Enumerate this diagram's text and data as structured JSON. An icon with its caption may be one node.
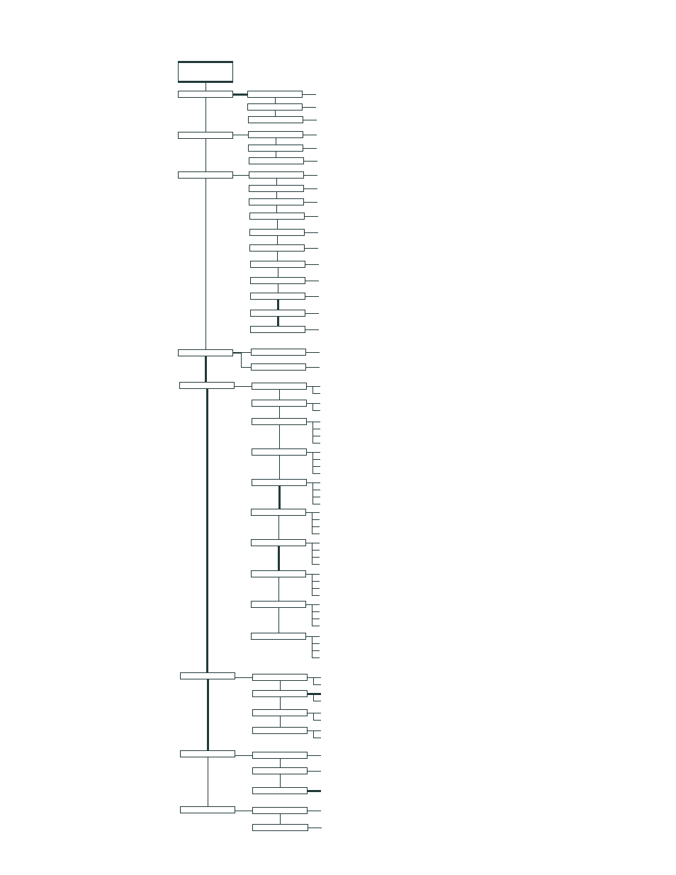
{
  "diagram": {
    "nodes": [
      {
        "text": [],
        "shape": "box"
      },
      {
        "text": [],
        "shape": "box"
      },
      {
        "text": [],
        "shape": "box"
      },
      {
        "text": [],
        "shape": "box"
      },
      {
        "text": [],
        "shape": "box"
      },
      {
        "text": [],
        "shape": "box"
      },
      {
        "text": [],
        "shape": "box"
      },
      {
        "text": [],
        "shape": "box"
      },
      {
        "text": [],
        "shape": "box"
      },
      {
        "text": [],
        "shape": "box"
      },
      {
        "text": [],
        "shape": "box"
      },
      {
        "text": [],
        "shape": "box"
      },
      {
        "text": [],
        "shape": "box"
      },
      {
        "text": [],
        "shape": "box"
      },
      {
        "text": [],
        "shape": "box"
      },
      {
        "text": [],
        "shape": "box"
      },
      {
        "text": [],
        "shape": "box"
      },
      {
        "text": [],
        "shape": "box"
      },
      {
        "text": [],
        "shape": "box"
      },
      {
        "text": [],
        "shape": "box"
      },
      {
        "text": [],
        "shape": "box"
      },
      {
        "text": [],
        "shape": "box"
      },
      {
        "text": [],
        "shape": "box"
      },
      {
        "text": [],
        "shape": "box"
      },
      {
        "text": [],
        "shape": "box"
      },
      {
        "text": [],
        "shape": "box"
      },
      {
        "text": [],
        "shape": "box"
      },
      {
        "text": [],
        "shape": "box"
      },
      {
        "text": [],
        "shape": "box"
      },
      {
        "text": [],
        "shape": "box"
      },
      {
        "text": [],
        "shape": "box"
      },
      {
        "text": [],
        "shape": "box"
      },
      {
        "text": [],
        "shape": "box"
      },
      {
        "text": [],
        "shape": "box"
      },
      {
        "text": [],
        "shape": "box"
      },
      {
        "text": [],
        "shape": "box"
      },
      {
        "text": [],
        "shape": "box"
      },
      {
        "text": [],
        "shape": "box"
      },
      {
        "text": [],
        "shape": "box"
      },
      {
        "text": [],
        "shape": "box"
      },
      {
        "text": [],
        "shape": "box"
      },
      {
        "text": [],
        "shape": "box"
      },
      {
        "text": [],
        "shape": "box"
      },
      {
        "text": [],
        "shape": "box"
      },
      {
        "text": [],
        "shape": "box"
      },
      {
        "text": [],
        "shape": "box"
      },
      {
        "text": [],
        "shape": "box"
      }
    ],
    "edges": [
      {
        "from": 0,
        "to": 1,
        "arrow": "none"
      },
      {
        "from": 1,
        "to": 2,
        "arrow": "none",
        "style": "thick"
      },
      {
        "from": 2,
        "to": 3,
        "arrow": "none"
      },
      {
        "from": 3,
        "to": 4,
        "arrow": "none"
      },
      {
        "from": 1,
        "to": 5,
        "arrow": "none"
      },
      {
        "from": 5,
        "to": 6,
        "arrow": "none"
      },
      {
        "from": 6,
        "to": 7,
        "arrow": "none"
      },
      {
        "from": 7,
        "to": 8,
        "arrow": "none"
      },
      {
        "from": 5,
        "to": 9,
        "arrow": "none"
      },
      {
        "from": 9,
        "to": 10,
        "arrow": "none"
      },
      {
        "from": 10,
        "to": 11,
        "arrow": "none"
      },
      {
        "from": 11,
        "to": 12,
        "arrow": "none"
      },
      {
        "from": 12,
        "to": 13,
        "arrow": "none"
      },
      {
        "from": 13,
        "to": 14,
        "arrow": "none"
      },
      {
        "from": 14,
        "to": 15,
        "arrow": "none"
      },
      {
        "from": 15,
        "to": 16,
        "arrow": "none"
      },
      {
        "from": 16,
        "to": 17,
        "arrow": "none"
      },
      {
        "from": 17,
        "to": 18,
        "arrow": "none"
      },
      {
        "from": 18,
        "to": 19,
        "arrow": "none",
        "style": "thick"
      },
      {
        "from": 19,
        "to": 20,
        "arrow": "none",
        "style": "thick"
      },
      {
        "from": 9,
        "to": 21,
        "arrow": "none"
      },
      {
        "from": 21,
        "to": 22,
        "arrow": "none"
      },
      {
        "from": 21,
        "to": 23,
        "arrow": "none"
      },
      {
        "from": 21,
        "to": 24,
        "arrow": "none",
        "style": "thick"
      },
      {
        "from": 24,
        "to": 25,
        "arrow": "none"
      },
      {
        "from": 25,
        "to": 26,
        "arrow": "none"
      },
      {
        "from": 26,
        "to": 27,
        "arrow": "none"
      },
      {
        "from": 27,
        "to": 28,
        "arrow": "none"
      },
      {
        "from": 28,
        "to": 29,
        "arrow": "none"
      },
      {
        "from": 29,
        "to": 30,
        "arrow": "none",
        "style": "thick"
      },
      {
        "from": 30,
        "to": 31,
        "arrow": "none"
      },
      {
        "from": 31,
        "to": 32,
        "arrow": "none",
        "style": "thick"
      },
      {
        "from": 32,
        "to": 33,
        "arrow": "none"
      },
      {
        "from": 33,
        "to": 34,
        "arrow": "none"
      },
      {
        "from": 24,
        "to": 35,
        "arrow": "none",
        "style": "thick"
      },
      {
        "from": 35,
        "to": 36,
        "arrow": "none"
      },
      {
        "from": 36,
        "to": 37,
        "arrow": "none"
      },
      {
        "from": 37,
        "to": 38,
        "arrow": "none"
      },
      {
        "from": 38,
        "to": 39,
        "arrow": "none"
      },
      {
        "from": 35,
        "to": 40,
        "arrow": "none",
        "style": "thick"
      },
      {
        "from": 40,
        "to": 41,
        "arrow": "none"
      },
      {
        "from": 41,
        "to": 42,
        "arrow": "none"
      },
      {
        "from": 42,
        "to": 43,
        "arrow": "none"
      },
      {
        "from": 40,
        "to": 44,
        "arrow": "none"
      },
      {
        "from": 44,
        "to": 45,
        "arrow": "none"
      },
      {
        "from": 45,
        "to": 46,
        "arrow": "none"
      },
      {
        "from": 2,
        "to": null,
        "arrow": "none"
      },
      {
        "from": 3,
        "to": null,
        "arrow": "none"
      },
      {
        "from": 4,
        "to": null,
        "arrow": "none"
      },
      {
        "from": 6,
        "to": null,
        "arrow": "none"
      },
      {
        "from": 7,
        "to": null,
        "arrow": "none"
      },
      {
        "from": 8,
        "to": null,
        "arrow": "none"
      },
      {
        "from": 10,
        "to": null,
        "arrow": "none"
      },
      {
        "from": 11,
        "to": null,
        "arrow": "none"
      },
      {
        "from": 12,
        "to": null,
        "arrow": "none"
      },
      {
        "from": 13,
        "to": null,
        "arrow": "none"
      },
      {
        "from": 14,
        "to": null,
        "arrow": "none"
      },
      {
        "from": 15,
        "to": null,
        "arrow": "none"
      },
      {
        "from": 16,
        "to": null,
        "arrow": "none"
      },
      {
        "from": 17,
        "to": null,
        "arrow": "none"
      },
      {
        "from": 18,
        "to": null,
        "arrow": "none"
      },
      {
        "from": 19,
        "to": null,
        "arrow": "none"
      },
      {
        "from": 20,
        "to": null,
        "arrow": "none"
      },
      {
        "from": 22,
        "to": null,
        "arrow": "none"
      },
      {
        "from": 23,
        "to": null,
        "arrow": "none"
      },
      {
        "from": 25,
        "to": null,
        "arrow": "none"
      },
      {
        "from": 25,
        "to": null,
        "arrow": "none"
      },
      {
        "from": 26,
        "to": null,
        "arrow": "none"
      },
      {
        "from": 26,
        "to": null,
        "arrow": "none"
      },
      {
        "from": 27,
        "to": null,
        "arrow": "none"
      },
      {
        "from": 27,
        "to": null,
        "arrow": "none"
      },
      {
        "from": 27,
        "to": null,
        "arrow": "none"
      },
      {
        "from": 27,
        "to": null,
        "arrow": "none"
      },
      {
        "from": 28,
        "to": null,
        "arrow": "none"
      },
      {
        "from": 28,
        "to": null,
        "arrow": "none"
      },
      {
        "from": 28,
        "to": null,
        "arrow": "none"
      },
      {
        "from": 28,
        "to": null,
        "arrow": "none"
      },
      {
        "from": 29,
        "to": null,
        "arrow": "none"
      },
      {
        "from": 29,
        "to": null,
        "arrow": "none"
      },
      {
        "from": 29,
        "to": null,
        "arrow": "none"
      },
      {
        "from": 29,
        "to": null,
        "arrow": "none"
      },
      {
        "from": 30,
        "to": null,
        "arrow": "none"
      },
      {
        "from": 30,
        "to": null,
        "arrow": "none"
      },
      {
        "from": 30,
        "to": null,
        "arrow": "none"
      },
      {
        "from": 30,
        "to": null,
        "arrow": "none"
      },
      {
        "from": 31,
        "to": null,
        "arrow": "none"
      },
      {
        "from": 31,
        "to": null,
        "arrow": "none"
      },
      {
        "from": 31,
        "to": null,
        "arrow": "none"
      },
      {
        "from": 31,
        "to": null,
        "arrow": "none"
      },
      {
        "from": 32,
        "to": null,
        "arrow": "none"
      },
      {
        "from": 32,
        "to": null,
        "arrow": "none"
      },
      {
        "from": 32,
        "to": null,
        "arrow": "none"
      },
      {
        "from": 32,
        "to": null,
        "arrow": "none"
      },
      {
        "from": 33,
        "to": null,
        "arrow": "none"
      },
      {
        "from": 33,
        "to": null,
        "arrow": "none"
      },
      {
        "from": 33,
        "to": null,
        "arrow": "none"
      },
      {
        "from": 33,
        "to": null,
        "arrow": "none"
      },
      {
        "from": 34,
        "to": null,
        "arrow": "none"
      },
      {
        "from": 34,
        "to": null,
        "arrow": "none"
      },
      {
        "from": 34,
        "to": null,
        "arrow": "none"
      },
      {
        "from": 34,
        "to": null,
        "arrow": "none"
      },
      {
        "from": 36,
        "to": null,
        "arrow": "none"
      },
      {
        "from": 36,
        "to": null,
        "arrow": "none"
      },
      {
        "from": 37,
        "to": null,
        "arrow": "none",
        "style": "thick"
      },
      {
        "from": 37,
        "to": null,
        "arrow": "none"
      },
      {
        "from": 38,
        "to": null,
        "arrow": "none"
      },
      {
        "from": 38,
        "to": null,
        "arrow": "none"
      },
      {
        "from": 39,
        "to": null,
        "arrow": "none"
      },
      {
        "from": 39,
        "to": null,
        "arrow": "none"
      },
      {
        "from": 41,
        "to": null,
        "arrow": "none"
      },
      {
        "from": 42,
        "to": null,
        "arrow": "none"
      },
      {
        "from": 43,
        "to": null,
        "arrow": "none",
        "style": "thick"
      },
      {
        "from": 45,
        "to": null,
        "arrow": "none"
      },
      {
        "from": 46,
        "to": null,
        "arrow": "none"
      }
    ]
  }
}
